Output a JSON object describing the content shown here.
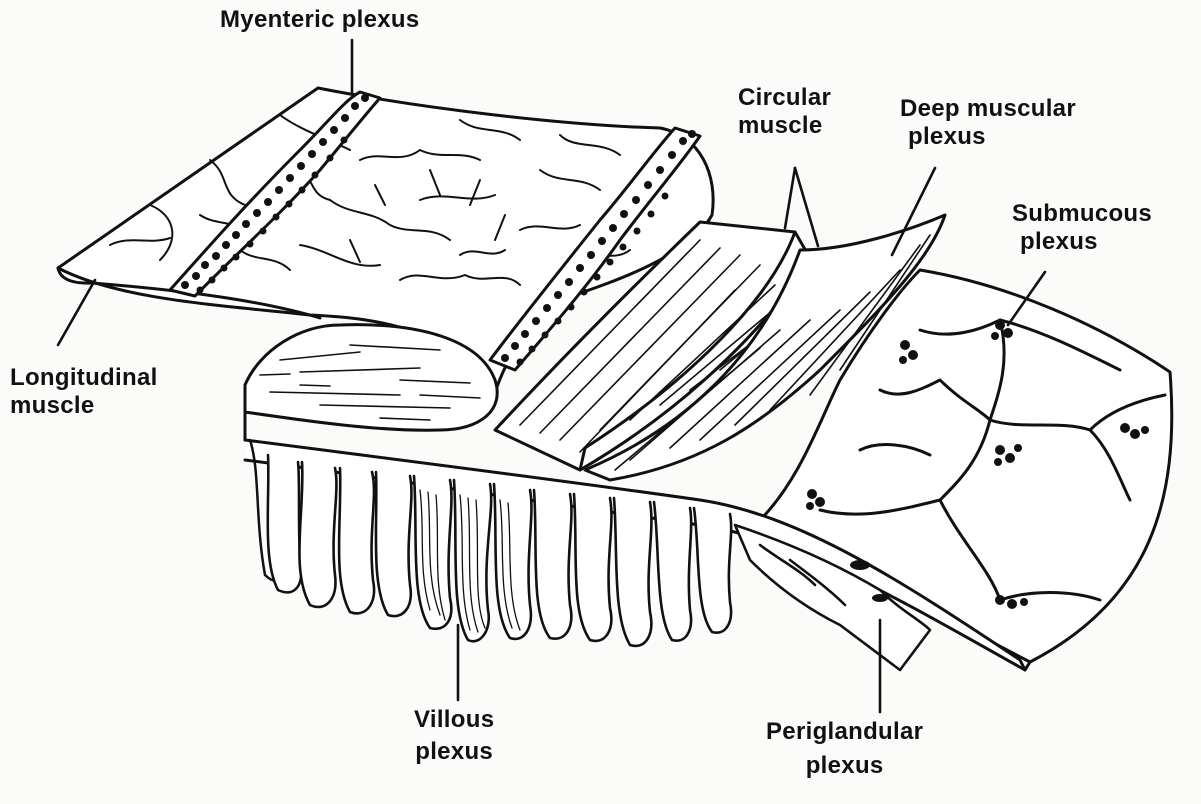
{
  "labels": {
    "myenteric_plexus": "Myenteric plexus",
    "circular_muscle": [
      "Circular",
      "muscle"
    ],
    "deep_muscular_plexus": [
      "Deep muscular",
      "plexus"
    ],
    "submucous_plexus": [
      "Submucous",
      "plexus"
    ],
    "longitudinal_muscle": [
      "Longitudinal",
      "muscle"
    ],
    "villous_plexus": [
      "Villous",
      "plexus"
    ],
    "periglandular_plexus": [
      "Periglandular",
      "plexus"
    ]
  },
  "colors": {
    "ink": "#111111",
    "paper": "#fbfbfa",
    "cell": "#ffffff"
  }
}
